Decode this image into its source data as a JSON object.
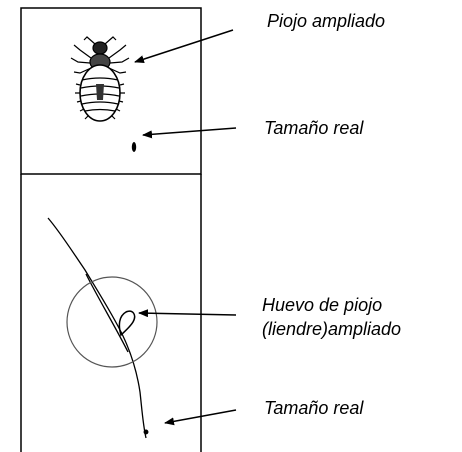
{
  "labels": {
    "louse_enlarged": "Piojo ampliado",
    "louse_real_size": "Tamaño real",
    "nit_enlarged_line1": "Huevo de piojo",
    "nit_enlarged_line2": "(liendre)ampliado",
    "nit_real_size": "Tamaño real"
  },
  "colors": {
    "stroke": "#000000",
    "background": "#ffffff"
  }
}
